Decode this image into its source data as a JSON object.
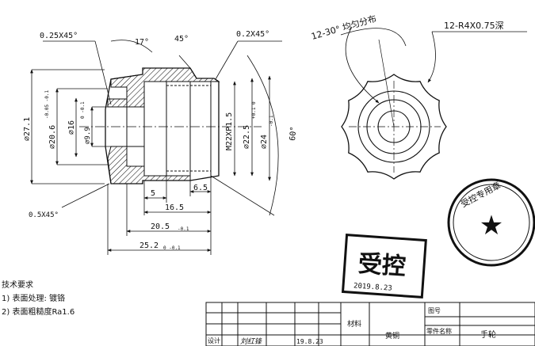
{
  "dimensions": {
    "chamfer_top_left": "0.25X45°",
    "angle_17": "17°",
    "angle_45": "45°",
    "chamfer_top_right": "0.2X45°",
    "dia_27": "⌀27.1",
    "dia_20_6": "⌀20.6",
    "dia_20_6_tol": "-0.05 -0.1",
    "dia_16": "⌀16",
    "dia_9_9": "⌀9.9",
    "dia_9_9_tol": "0 -0.1",
    "thread": "M22XP1.5",
    "dia_22_5": "⌀22.5",
    "dia_22_5_tol": "+0.1 0",
    "dia_24": "⌀24",
    "dia_24_tol": "-0.1",
    "angle_60": "60°",
    "len_5": "5",
    "len_6_5": "6.5",
    "len_16_5": "16.5",
    "len_20_5": "20.5",
    "len_20_5_tol": "-0.1",
    "len_25_2": "25.2",
    "len_25_2_tol": "0 -0.1",
    "chamfer_bottom_left": "0.5X45°",
    "pattern_note": "12-30° 均匀分布",
    "groove_note": "12-R4X0.75深"
  },
  "tech_requirements": {
    "title": "技术要求",
    "item1": "1) 表面处理: 镀铬",
    "item2": "2) 表面粗糙度Ra1.6"
  },
  "stamps": {
    "square_stamp": "受控",
    "square_date": "2019.8.23",
    "round_stamp": "受控专用章"
  },
  "title_block": {
    "material_label": "材料",
    "material_value": "黄铜",
    "drawing_no_label": "图号",
    "part_name_label": "零件名称",
    "part_name_value": "手轮",
    "designer_label": "设计",
    "signature": "刘红锋",
    "date": "19.8.23"
  }
}
